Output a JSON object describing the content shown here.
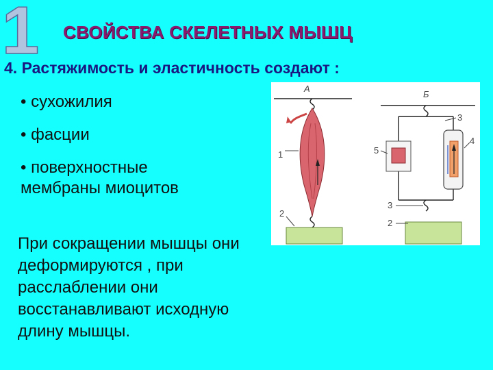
{
  "slide": {
    "number": "1",
    "title": "СВОЙСТВА СКЕЛЕТНЫХ МЫШЦ",
    "subtitle": "4. Растяжимость и эластичность создают  :",
    "bullets": [
      "• сухожилия",
      "• фасции",
      "• поверхностные мембраны миоцитов"
    ],
    "paragraph": "При  сокращении  мышцы они деформируются , при расслаблении  они восстанавливают исходную длину мышцы."
  },
  "figure": {
    "icon": "muscle-diagram",
    "labels": {
      "a": "А",
      "b": "Б",
      "n1": "1",
      "n2_left": "2",
      "n2_right": "2",
      "n3_top": "3",
      "n3_bottom": "3",
      "n4": "4",
      "n5": "5"
    }
  },
  "colors": {
    "background": "#15ffff",
    "title": "#8a1a6e",
    "subtitle": "#1a1880",
    "muscle": "#d9666e",
    "weight": "#c8e49a",
    "big_digit_fill": "#b0c4e0"
  }
}
